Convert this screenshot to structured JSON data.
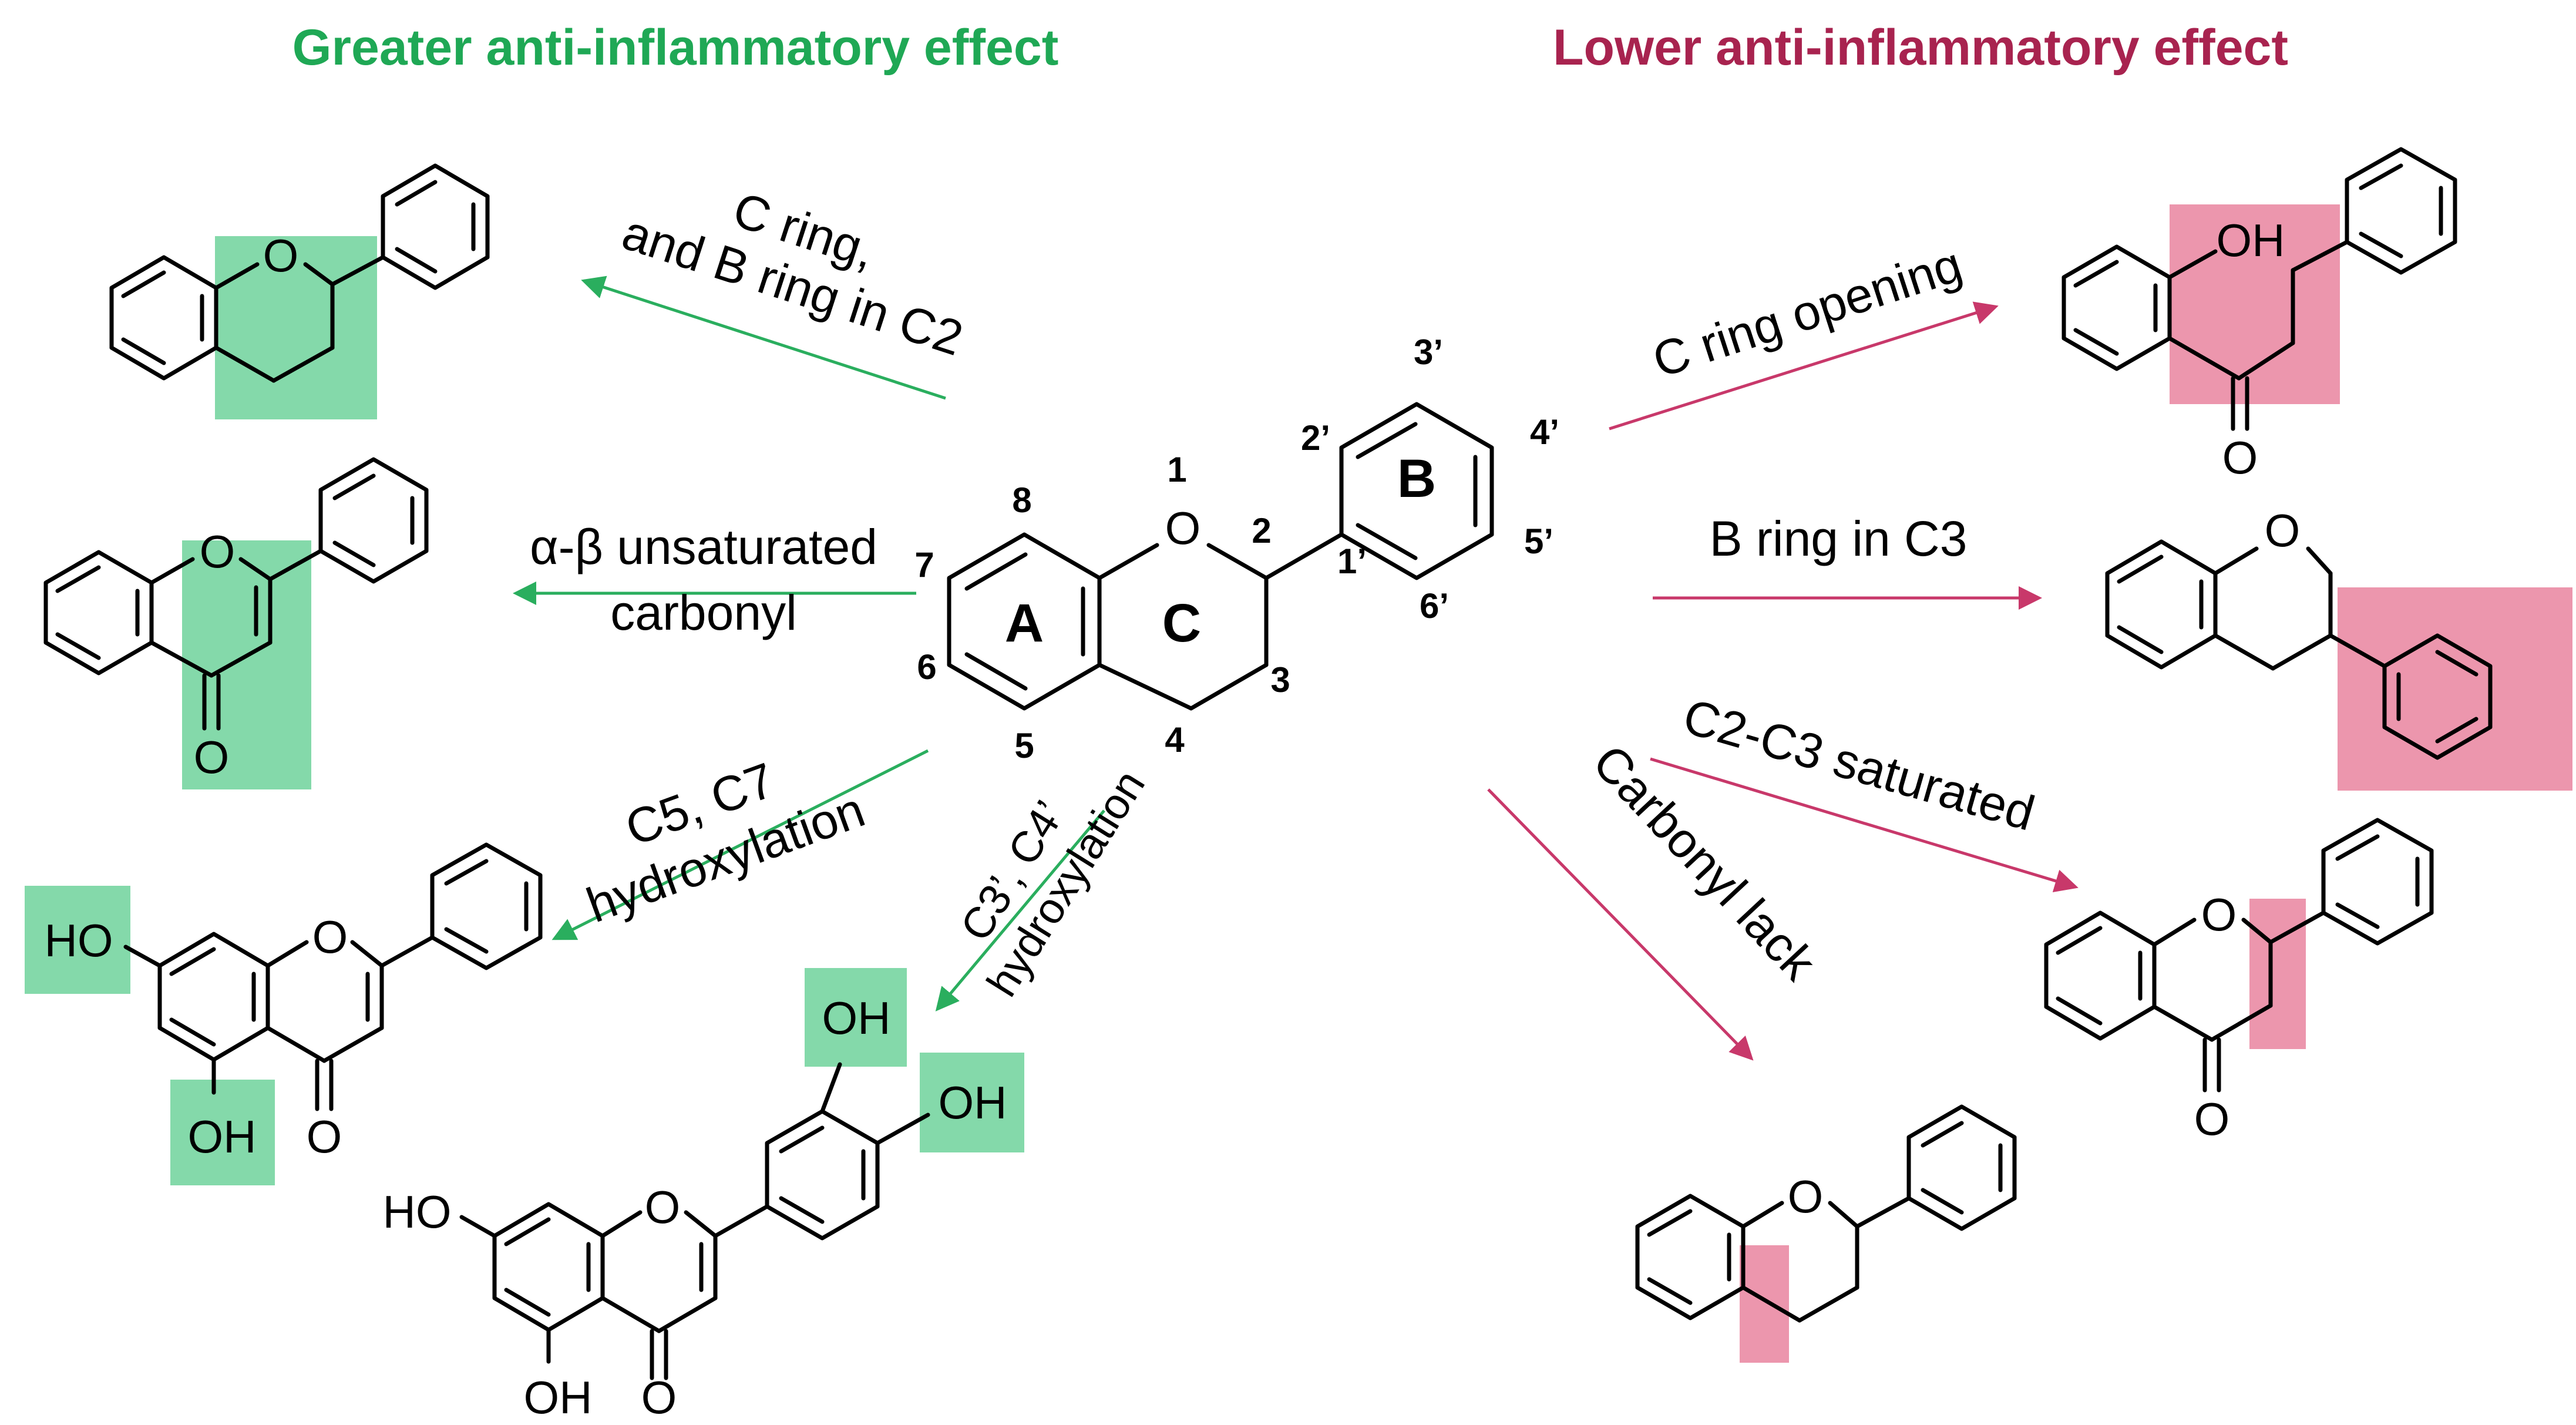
{
  "headings": {
    "greater": "Greater anti-inflammatory effect",
    "lower": "Lower anti-inflammatory effect"
  },
  "colors": {
    "green": "#1fa855",
    "green_highlight": "#6fd29b",
    "red": "#a8234f",
    "red_highlight": "#e9849f",
    "arrow_green": "#2aae5e",
    "arrow_red": "#c8386a"
  },
  "central": {
    "ring_labels": [
      "A",
      "B",
      "C"
    ],
    "o_atom": "O",
    "positions": {
      "p1": "1",
      "p2": "2",
      "p3": "3",
      "p4": "4",
      "p5": "5",
      "p6": "6",
      "p7": "7",
      "p8": "8",
      "p1p": "1’",
      "p2p": "2’",
      "p3p": "3’",
      "p4p": "4’",
      "p5p": "5’",
      "p6p": "6’"
    }
  },
  "greater_effects": [
    {
      "line1": "C ring,",
      "line2": "and B ring in C2"
    },
    {
      "line1": "α-β unsaturated",
      "line2": "carbonyl"
    },
    {
      "line1": "C5, C7",
      "line2": "hydroxylation"
    },
    {
      "line1": "C3’, C4’",
      "line2": "hydroxylation"
    }
  ],
  "lower_effects": [
    {
      "text": "C ring opening"
    },
    {
      "text": "B ring in C3"
    },
    {
      "text": "C2-C3 saturated"
    },
    {
      "text": "Carbonyl lack"
    }
  ],
  "atoms": {
    "o": "O",
    "oh": "OH",
    "ho": "HO"
  }
}
